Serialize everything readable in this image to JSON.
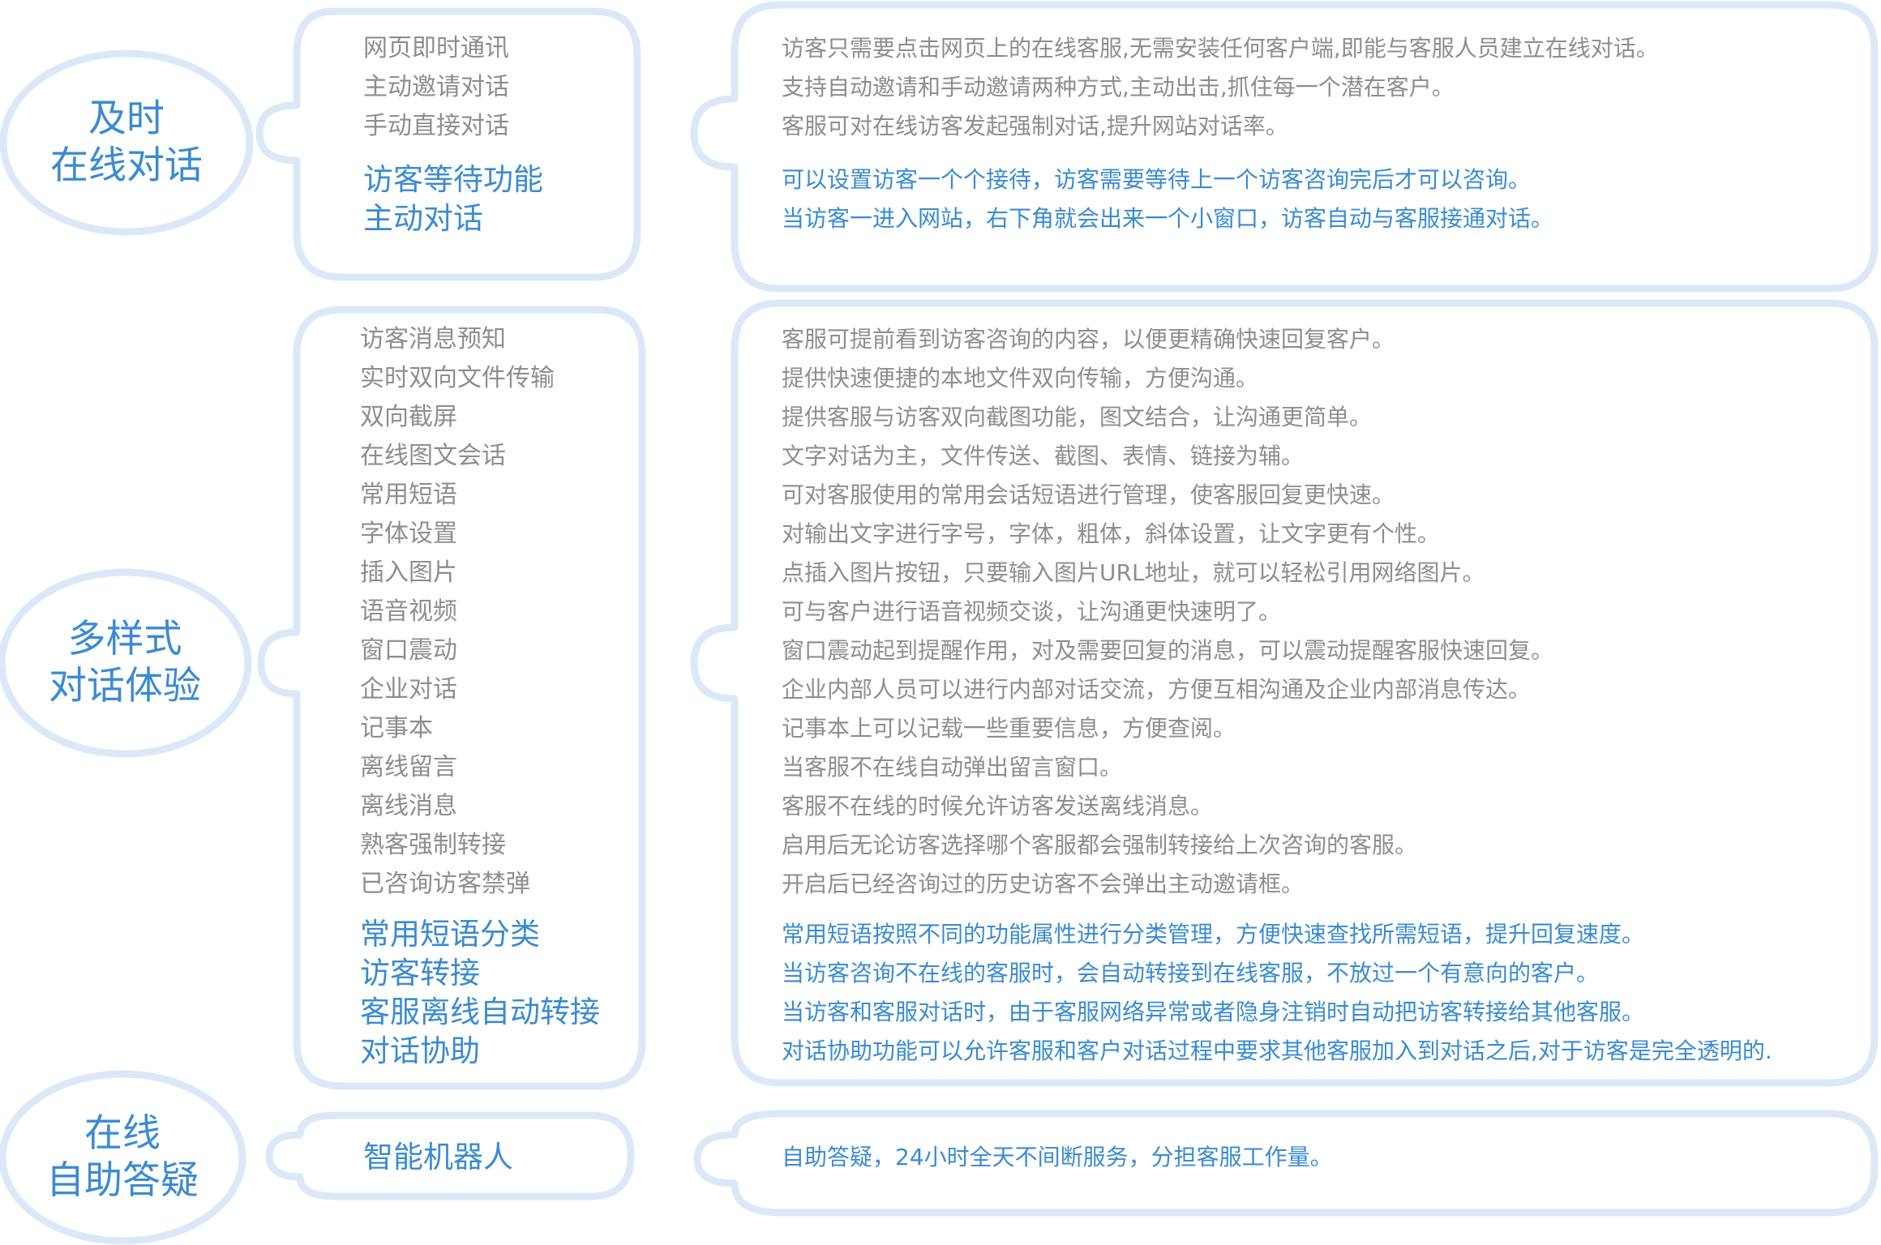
{
  "colors": {
    "accent": "#3a8bd4",
    "text_gray": "#8e8e8e",
    "bubble_border": "#dde8f6"
  },
  "sections": [
    {
      "category": [
        "及时",
        "在线对话"
      ],
      "features": [
        "网页即时通讯",
        "主动邀请对话",
        "手动直接对话"
      ],
      "highlight_features": [
        "访客等待功能",
        "主动对话"
      ],
      "descriptions": [
        "访客只需要点击网页上的在线客服,无需安装任何客户端,即能与客服人员建立在线对话。",
        "支持自动邀请和手动邀请两种方式,主动出击,抓住每一个潜在客户。",
        "客服可对在线访客发起强制对话,提升网站对话率。"
      ],
      "highlight_descriptions": [
        "可以设置访客一个个接待，访客需要等待上一个访客咨询完后才可以咨询。",
        "当访客一进入网站，右下角就会出来一个小窗口，访客自动与客服接通对话。"
      ]
    },
    {
      "category": [
        "多样式",
        "对话体验"
      ],
      "features": [
        "访客消息预知",
        "实时双向文件传输",
        "双向截屏",
        "在线图文会话",
        "常用短语",
        "字体设置",
        "插入图片",
        "语音视频",
        "窗口震动",
        "企业对话",
        "记事本",
        "离线留言",
        "离线消息",
        "熟客强制转接",
        "已咨询访客禁弹"
      ],
      "highlight_features": [
        "常用短语分类",
        "访客转接",
        "客服离线自动转接",
        "对话协助"
      ],
      "descriptions": [
        "客服可提前看到访客咨询的内容，以便更精确快速回复客户。",
        "提供快速便捷的本地文件双向传输，方便沟通。",
        "提供客服与访客双向截图功能，图文结合，让沟通更简单。",
        "文字对话为主，文件传送、截图、表情、链接为辅。",
        "可对客服使用的常用会话短语进行管理，使客服回复更快速。",
        "对输出文字进行字号，字体，粗体，斜体设置，让文字更有个性。",
        "点插入图片按钮，只要输入图片URL地址，就可以轻松引用网络图片。",
        "可与客户进行语音视频交谈，让沟通更快速明了。",
        "窗口震动起到提醒作用，对及需要回复的消息，可以震动提醒客服快速回复。",
        "企业内部人员可以进行内部对话交流，方便互相沟通及企业内部消息传达。",
        "记事本上可以记载一些重要信息，方便查阅。",
        "当客服不在线自动弹出留言窗口。",
        "客服不在线的时候允许访客发送离线消息。",
        "启用后无论访客选择哪个客服都会强制转接给上次咨询的客服。",
        "开启后已经咨询过的历史访客不会弹出主动邀请框。"
      ],
      "highlight_descriptions": [
        "常用短语按照不同的功能属性进行分类管理，方便快速查找所需短语，提升回复速度。",
        "当访客咨询不在线的客服时，会自动转接到在线客服，不放过一个有意向的客户。",
        "当访客和客服对话时，由于客服网络异常或者隐身注销时自动把访客转接给其他客服。",
        "对话协助功能可以允许客服和客户对话过程中要求其他客服加入到对话之后,对于访客是完全透明的."
      ]
    },
    {
      "category": [
        "在线",
        "自助答疑"
      ],
      "features": [],
      "highlight_features": [
        "智能机器人"
      ],
      "descriptions": [],
      "highlight_descriptions": [
        "自助答疑，24小时全天不间断服务，分担客服工作量。"
      ]
    }
  ]
}
